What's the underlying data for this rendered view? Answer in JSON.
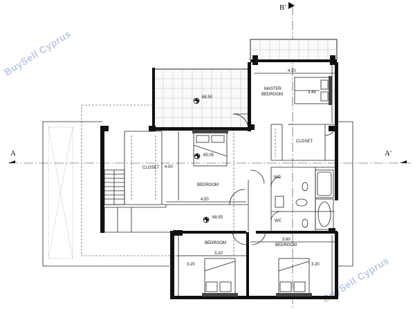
{
  "watermark": {
    "text": "BuySell Cyprus"
  },
  "sections": {
    "b_label": "B'",
    "a_left": "A",
    "a_right": "A'"
  },
  "rooms": {
    "master_bedroom_line1": "MASTER",
    "master_bedroom_line2": "BEDROOM",
    "closet_left": "CLOSET",
    "closet_right": "CLOSET",
    "bedroom_center": "BEDROOM",
    "bedroom_bottom_left": "BEDROOM",
    "bedroom_bottom_right": "BEDROOM",
    "wc_upper": "WC",
    "wc_lower": "WC"
  },
  "dimensions": {
    "master_width": "4.20",
    "master_depth": "3.45",
    "center_depth": "4.00",
    "center_width": "4.50",
    "bottom_left_width": "3.20",
    "bottom_left_depth": "3.20",
    "bottom_right_width": "3.60",
    "bottom_right_depth": "3.20"
  },
  "levels": {
    "balcony": "68.50",
    "bedroom": "65.05",
    "corridor": "68.55"
  }
}
